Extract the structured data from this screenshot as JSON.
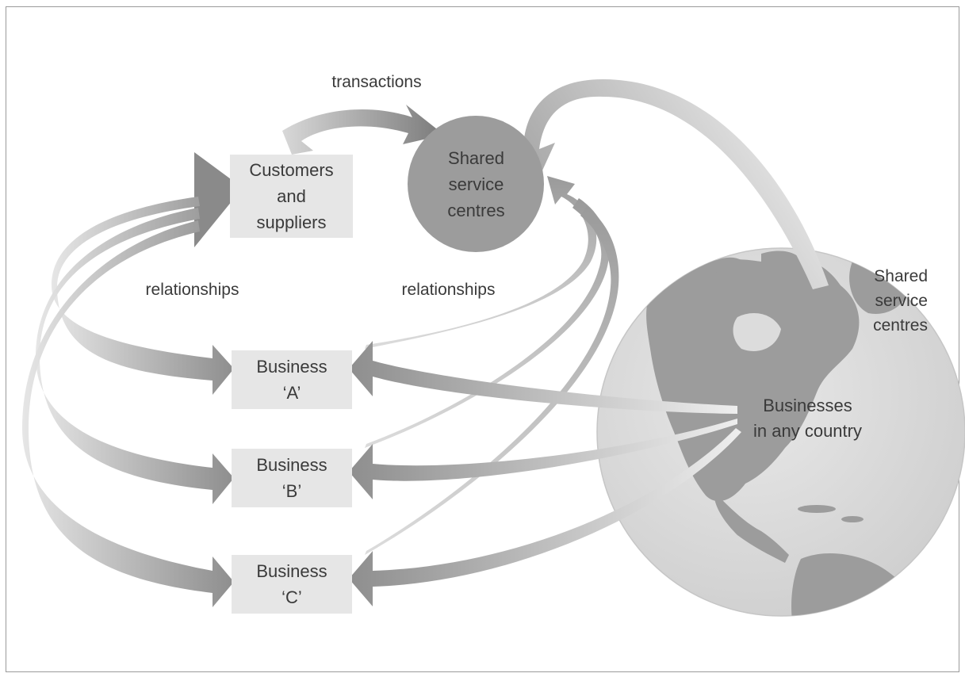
{
  "labels": {
    "transactions": "transactions",
    "relationships_left": "relationships",
    "relationships_right": "relationships"
  },
  "customers_box": {
    "line1": "Customers",
    "line2": "and",
    "line3": "suppliers"
  },
  "shared_circle": {
    "line1": "Shared",
    "line2": "service",
    "line3": "centres"
  },
  "globe": {
    "shared_line1": "Shared",
    "shared_line2": "service",
    "shared_line3": "centres",
    "businesses_line1": "Businesses",
    "businesses_line2": "in any country"
  },
  "businesses": [
    {
      "line1": "Business",
      "line2": "‘A’"
    },
    {
      "line1": "Business",
      "line2": "‘B’"
    },
    {
      "line1": "Business",
      "line2": "‘C’"
    }
  ],
  "colors": {
    "arrow_dark": "#8c8c8c",
    "arrow_light": "#e4e4e4",
    "box_fill": "#e6e6e6",
    "circle_fill": "#9c9c9c",
    "globe_land": "#9a9a9a",
    "globe_sea": "#dedede",
    "text": "#3a3a3a"
  }
}
